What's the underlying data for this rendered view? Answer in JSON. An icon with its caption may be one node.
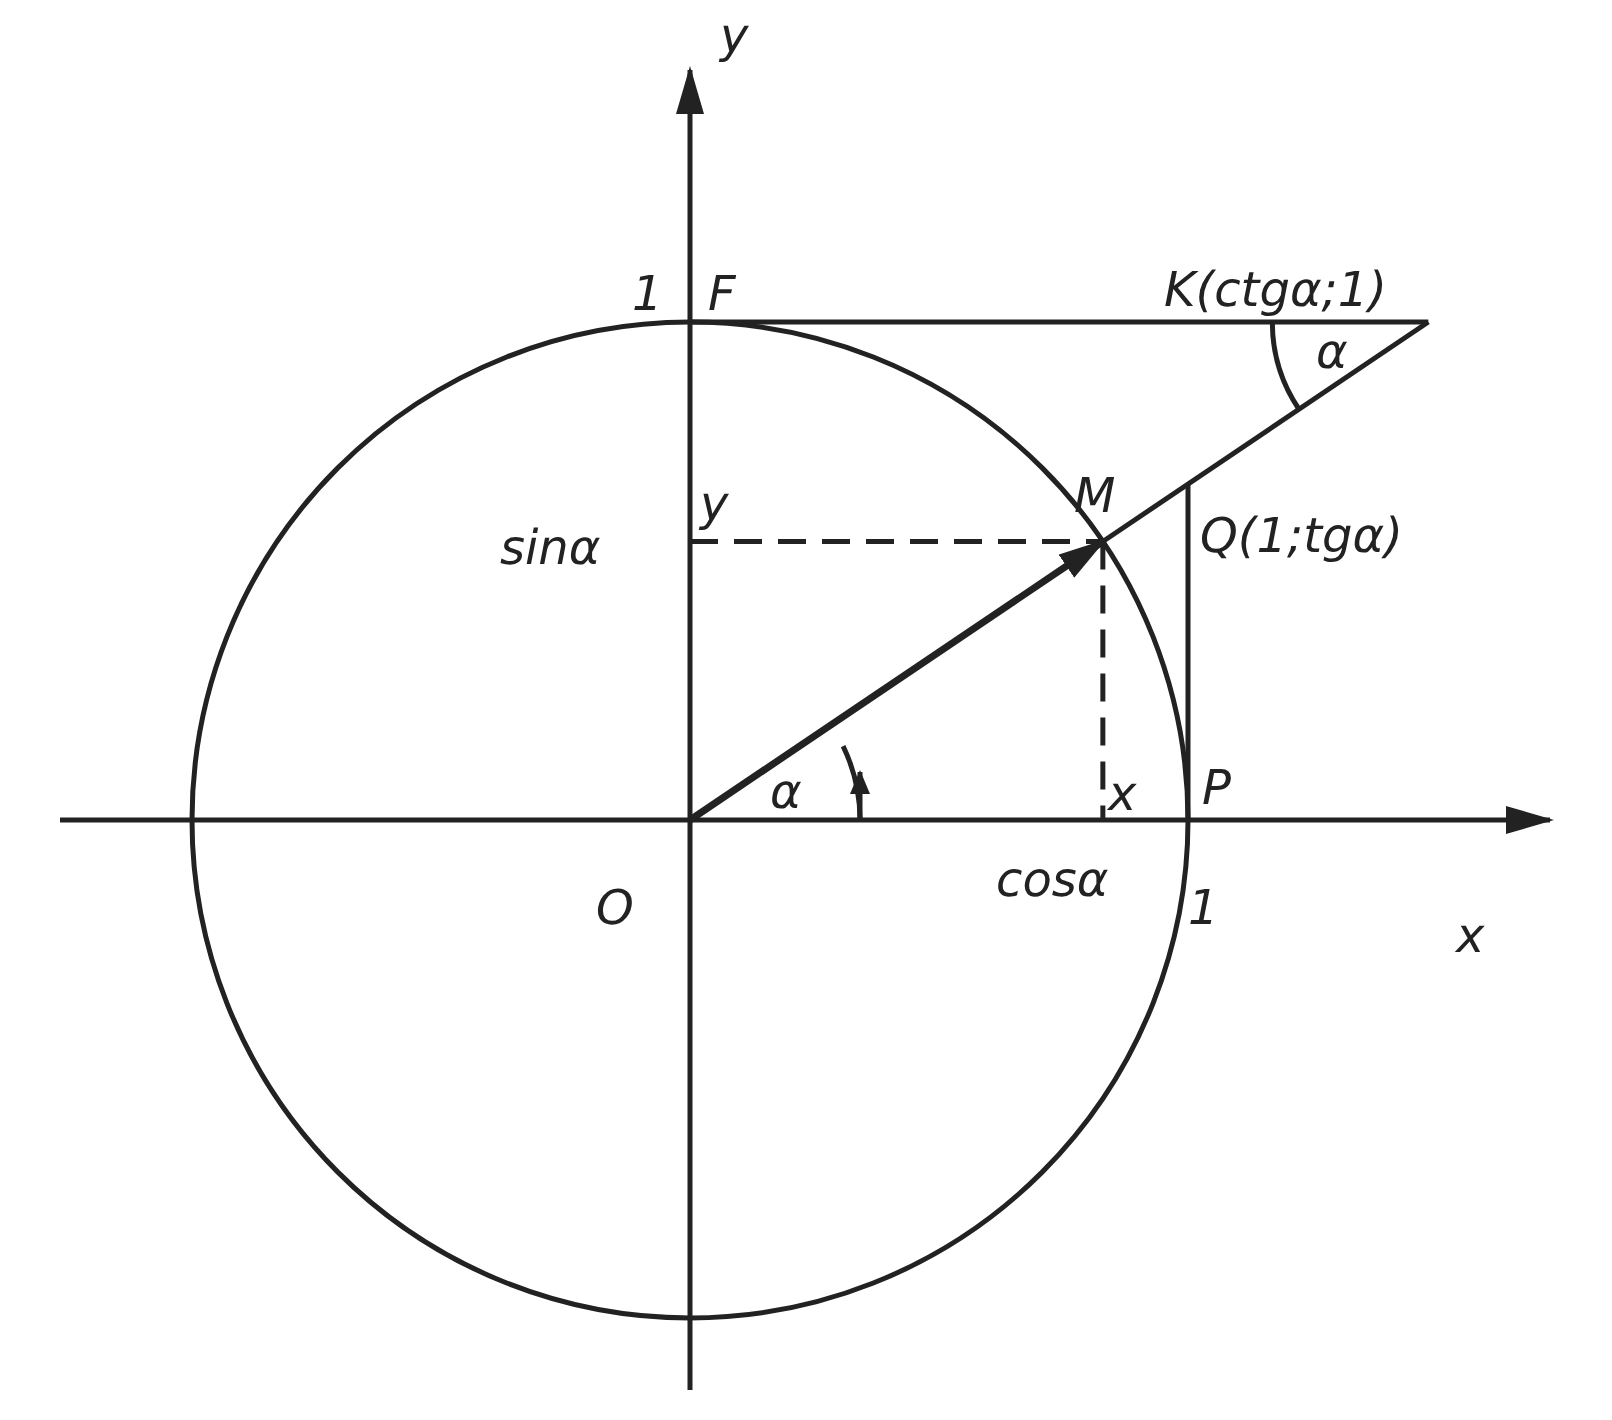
{
  "diagram": {
    "labels": [
      "y",
      "1",
      "F",
      "K(ctgα;1)",
      "α",
      "y",
      "sinα",
      "M",
      "Q(1;tgα)",
      "α",
      "x",
      "P",
      "O",
      "cosα",
      "1",
      "x"
    ]
  }
}
